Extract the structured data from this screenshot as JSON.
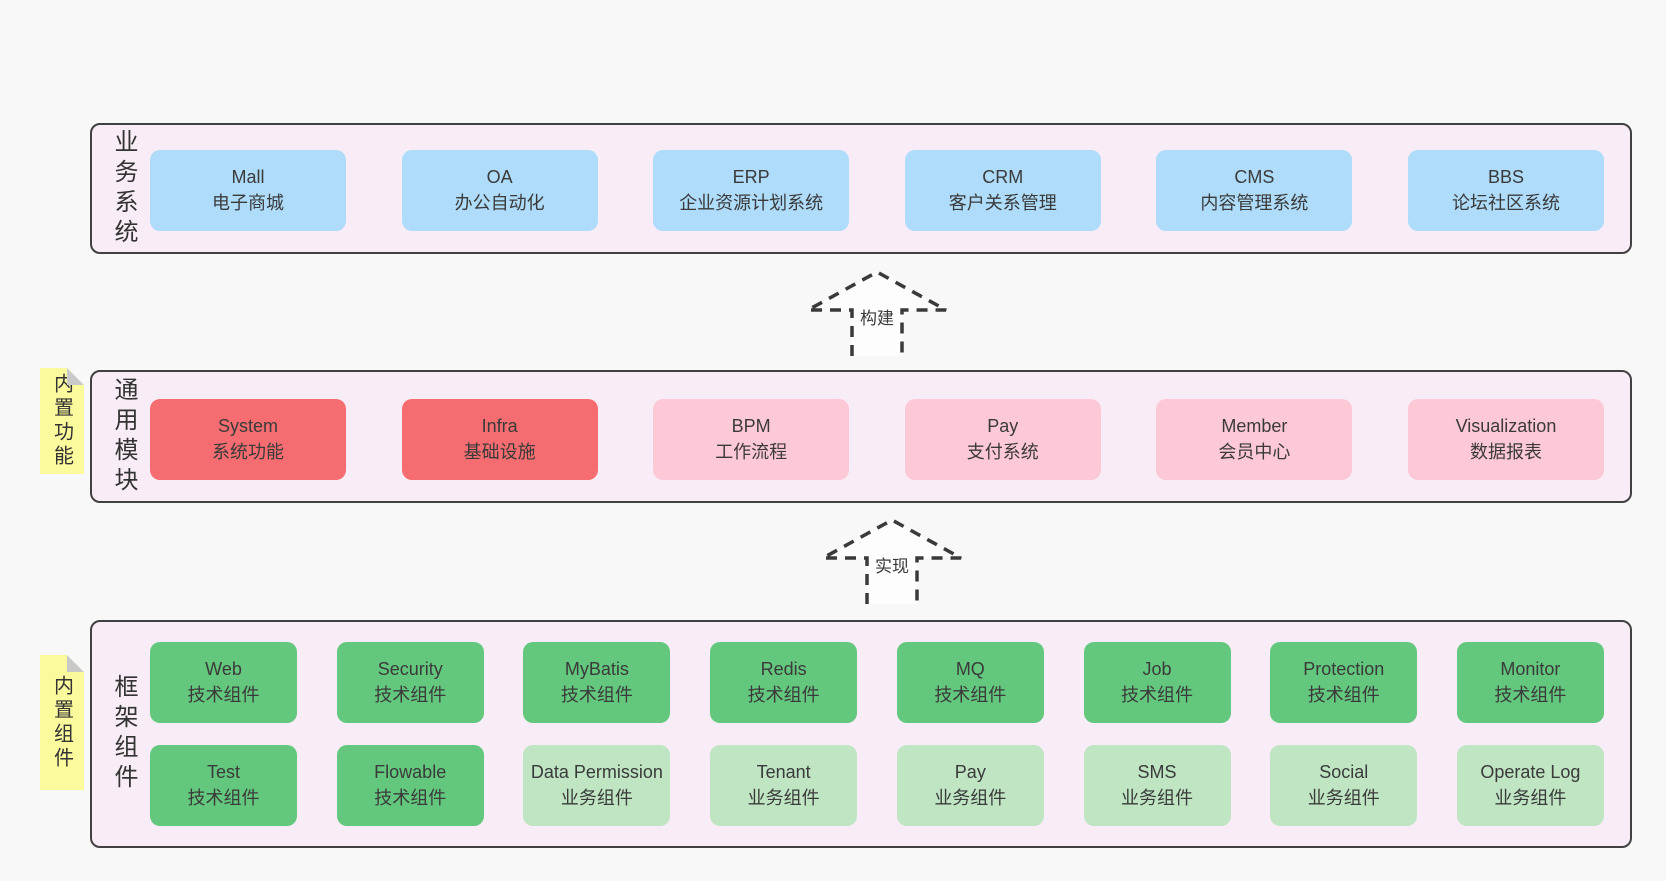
{
  "colors": {
    "page_bg": "#f8f8f8",
    "band_bg": "#f8edf6",
    "band_border": "#414141",
    "blue": "#aedcfa",
    "red": "#f56d70",
    "pink": "#fec9d6",
    "green": "#63c77e",
    "green_light": "#bfe5c3",
    "note_yellow": "#fbfa9d",
    "text": "#3a3a3a"
  },
  "bands": {
    "business": {
      "label": "业务系统",
      "boxes": [
        {
          "en": "Mall",
          "zh": "电子商城"
        },
        {
          "en": "OA",
          "zh": "办公自动化"
        },
        {
          "en": "ERP",
          "zh": "企业资源计划系统"
        },
        {
          "en": "CRM",
          "zh": "客户关系管理"
        },
        {
          "en": "CMS",
          "zh": "内容管理系统"
        },
        {
          "en": "BBS",
          "zh": "论坛社区系统"
        }
      ]
    },
    "modules": {
      "label": "通用模块",
      "note": "内置功能",
      "boxes": [
        {
          "en": "System",
          "zh": "系统功能",
          "variant": "red"
        },
        {
          "en": "Infra",
          "zh": "基础设施",
          "variant": "red"
        },
        {
          "en": "BPM",
          "zh": "工作流程",
          "variant": "pink"
        },
        {
          "en": "Pay",
          "zh": "支付系统",
          "variant": "pink"
        },
        {
          "en": "Member",
          "zh": "会员中心",
          "variant": "pink"
        },
        {
          "en": "Visualization",
          "zh": "数据报表",
          "variant": "pink"
        }
      ]
    },
    "components": {
      "label": "框架组件",
      "note": "内置组件",
      "row1": [
        {
          "en": "Web",
          "zh": "技术组件",
          "variant": "green"
        },
        {
          "en": "Security",
          "zh": "技术组件",
          "variant": "green"
        },
        {
          "en": "MyBatis",
          "zh": "技术组件",
          "variant": "green"
        },
        {
          "en": "Redis",
          "zh": "技术组件",
          "variant": "green"
        },
        {
          "en": "MQ",
          "zh": "技术组件",
          "variant": "green"
        },
        {
          "en": "Job",
          "zh": "技术组件",
          "variant": "green"
        },
        {
          "en": "Protection",
          "zh": "技术组件",
          "variant": "green"
        },
        {
          "en": "Monitor",
          "zh": "技术组件",
          "variant": "green"
        }
      ],
      "row2": [
        {
          "en": "Test",
          "zh": "技术组件",
          "variant": "green"
        },
        {
          "en": "Flowable",
          "zh": "技术组件",
          "variant": "green"
        },
        {
          "en": "Data Permission",
          "zh": "业务组件",
          "variant": "green-light"
        },
        {
          "en": "Tenant",
          "zh": "业务组件",
          "variant": "green-light"
        },
        {
          "en": "Pay",
          "zh": "业务组件",
          "variant": "green-light"
        },
        {
          "en": "SMS",
          "zh": "业务组件",
          "variant": "green-light"
        },
        {
          "en": "Social",
          "zh": "业务组件",
          "variant": "green-light"
        },
        {
          "en": "Operate Log",
          "zh": "业务组件",
          "variant": "green-light"
        }
      ]
    }
  },
  "arrows": [
    {
      "label": "构建"
    },
    {
      "label": "实现"
    }
  ]
}
